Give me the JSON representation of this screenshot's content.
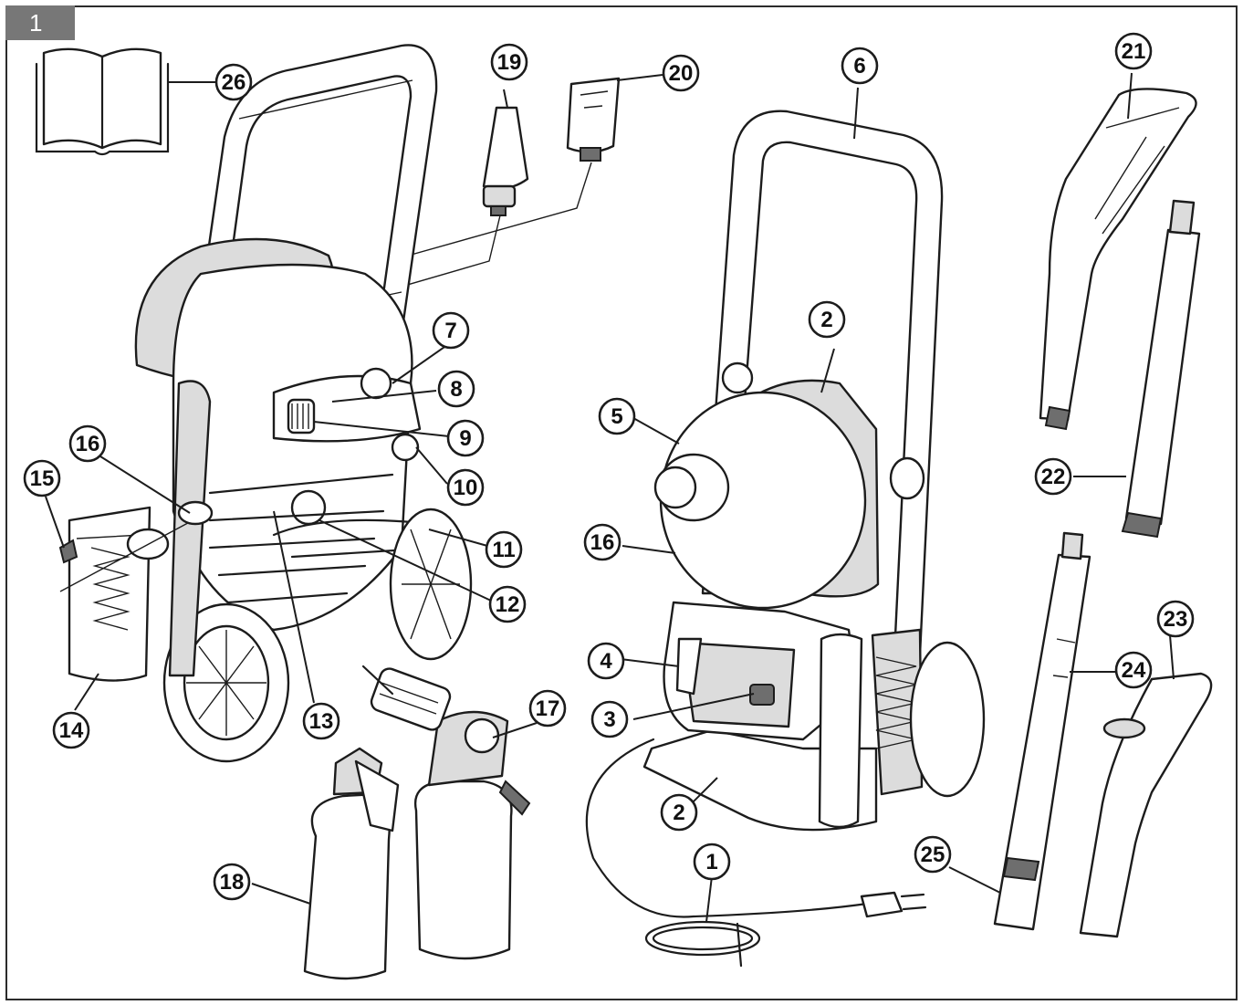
{
  "figure_number": "1",
  "callouts": [
    {
      "id": "c1",
      "label": "1"
    },
    {
      "id": "c2a",
      "label": "2"
    },
    {
      "id": "c2b",
      "label": "2"
    },
    {
      "id": "c3",
      "label": "3"
    },
    {
      "id": "c4",
      "label": "4"
    },
    {
      "id": "c5",
      "label": "5"
    },
    {
      "id": "c6",
      "label": "6"
    },
    {
      "id": "c7",
      "label": "7"
    },
    {
      "id": "c8",
      "label": "8"
    },
    {
      "id": "c9",
      "label": "9"
    },
    {
      "id": "c10",
      "label": "10"
    },
    {
      "id": "c11",
      "label": "11"
    },
    {
      "id": "c12",
      "label": "12"
    },
    {
      "id": "c13",
      "label": "13"
    },
    {
      "id": "c14",
      "label": "14"
    },
    {
      "id": "c15",
      "label": "15"
    },
    {
      "id": "c16a",
      "label": "16"
    },
    {
      "id": "c16b",
      "label": "16"
    },
    {
      "id": "c17",
      "label": "17"
    },
    {
      "id": "c18",
      "label": "18"
    },
    {
      "id": "c19",
      "label": "19"
    },
    {
      "id": "c20",
      "label": "20"
    },
    {
      "id": "c21",
      "label": "21"
    },
    {
      "id": "c22",
      "label": "22"
    },
    {
      "id": "c23",
      "label": "23"
    },
    {
      "id": "c24",
      "label": "24"
    },
    {
      "id": "c25",
      "label": "25"
    },
    {
      "id": "c26",
      "label": "26"
    }
  ]
}
